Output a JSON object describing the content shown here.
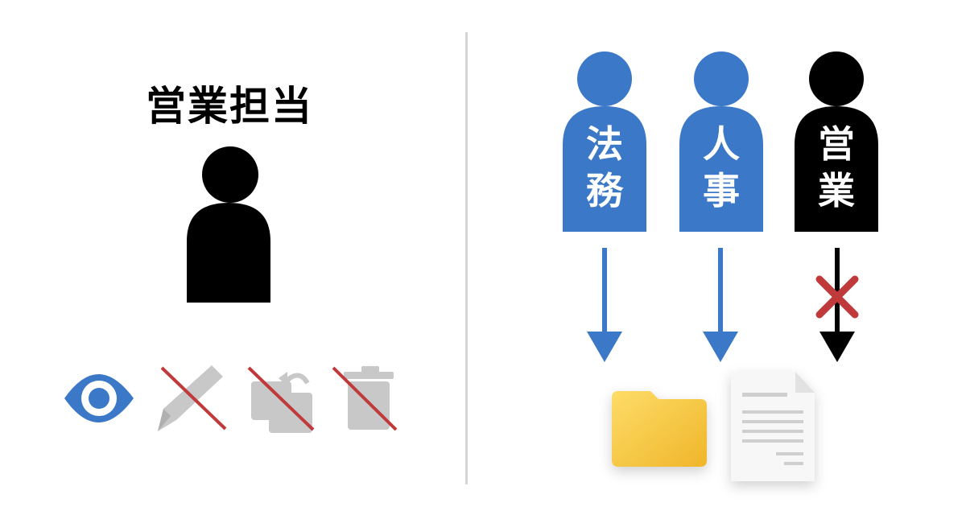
{
  "left_panel": {
    "title": "営業担当",
    "permissions": [
      {
        "icon": "eye-icon",
        "allowed": true
      },
      {
        "icon": "pencil-icon",
        "allowed": false
      },
      {
        "icon": "share-icon",
        "allowed": false
      },
      {
        "icon": "trash-icon",
        "allowed": false
      }
    ]
  },
  "right_panel": {
    "departments": [
      {
        "label_line1": "法",
        "label_line2": "務",
        "access": true
      },
      {
        "label_line1": "人",
        "label_line2": "事",
        "access": true
      },
      {
        "label_line1": "営",
        "label_line2": "業",
        "access": false
      }
    ],
    "targets": [
      "folder-icon",
      "document-icon"
    ]
  },
  "colors": {
    "blue": "#3b78c8",
    "black": "#000000",
    "deny_red": "#c0393b",
    "disabled_gray": "#c8c8c8",
    "folder_yellow": "#f6c435"
  }
}
